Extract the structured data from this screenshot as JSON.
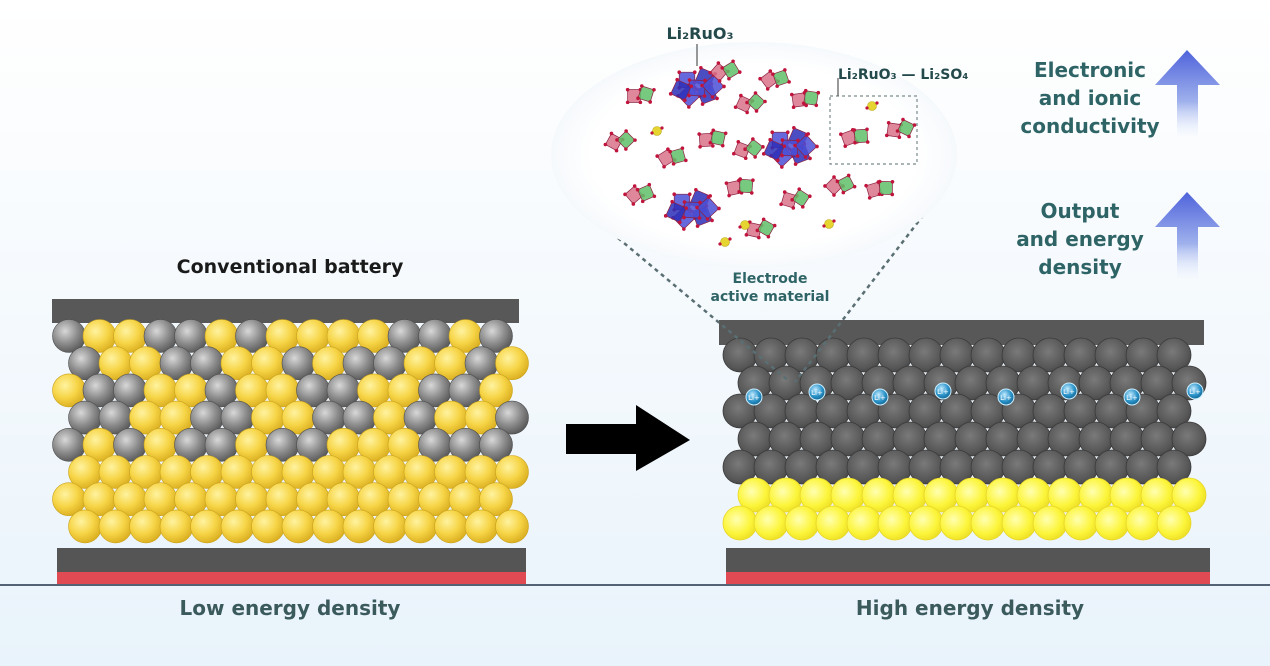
{
  "labels": {
    "conventional": "Conventional battery",
    "low": "Low energy density",
    "high": "High energy density",
    "conductivity": [
      "Electronic",
      "and ionic",
      "conductivity"
    ],
    "output": [
      "Output",
      "and energy",
      "density"
    ],
    "li2ruo3": "Li₂RuO₃",
    "composite": "Li₂RuO₃ — Li₂SO₄",
    "electrode": [
      "Electrode",
      "active material"
    ],
    "li_ion": "Li+"
  },
  "colors": {
    "electrolyte": "#f6d445",
    "electrolyte_glow": "#ffff3a",
    "active_gray": "#8a8a8a",
    "collector": "#555555",
    "collector_red": "#e04a52",
    "li_ion": "#2a93c9",
    "arrow": "#000000",
    "up_arrow": "#5d73e0",
    "ru_octahedra": "#2b2fb8",
    "green_poly": "#5fbf6a",
    "pink_poly": "#d9728a",
    "sulfate": "#e6d430"
  },
  "icons": {
    "process_arrow": "arrow-right-icon",
    "increase_arrow": "arrow-up-icon"
  }
}
